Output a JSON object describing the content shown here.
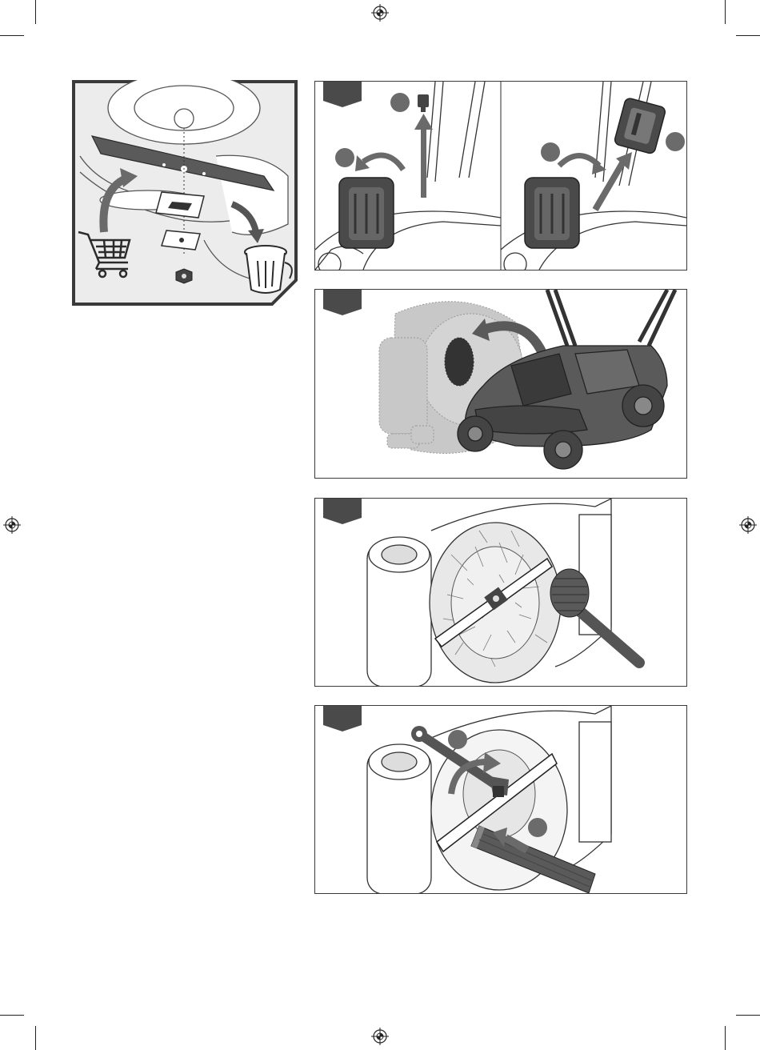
{
  "document": {
    "kind": "illustrated-instruction-page",
    "steps_shown": 4,
    "callouts_per_step": [
      3,
      0,
      0,
      2
    ]
  },
  "colors": {
    "ink": "#2b2b2b",
    "step_tab": "#4a4a4a",
    "callout": "#6b6b6b",
    "panel_border": "#3a3a3a",
    "left_panel_fill": "#e6e6e6",
    "ghost": "#c8c8c8",
    "mower_dark": "#5a5a5a",
    "arrow": "#6a6a6a"
  },
  "icons": {
    "registration_marks": [
      "registration-mark-icon",
      "registration-mark-icon",
      "registration-mark-icon",
      "registration-mark-icon"
    ],
    "left_panel": [
      "blade-icon",
      "shopping-cart-icon",
      "trash-bin-icon",
      "curved-arrow-icon",
      "nut-icon",
      "washer-icon"
    ],
    "step_1": [
      "battery-icon",
      "safety-key-icon",
      "curved-arrow-icon",
      "up-arrow-icon"
    ],
    "step_2": [
      "lawn-mower-icon",
      "tilt-arrow-icon"
    ],
    "step_3": [
      "brush-icon",
      "blade-icon"
    ],
    "step_4": [
      "wrench-icon",
      "wooden-block-icon",
      "rotate-arrow-icon",
      "push-arrow-icon"
    ]
  }
}
